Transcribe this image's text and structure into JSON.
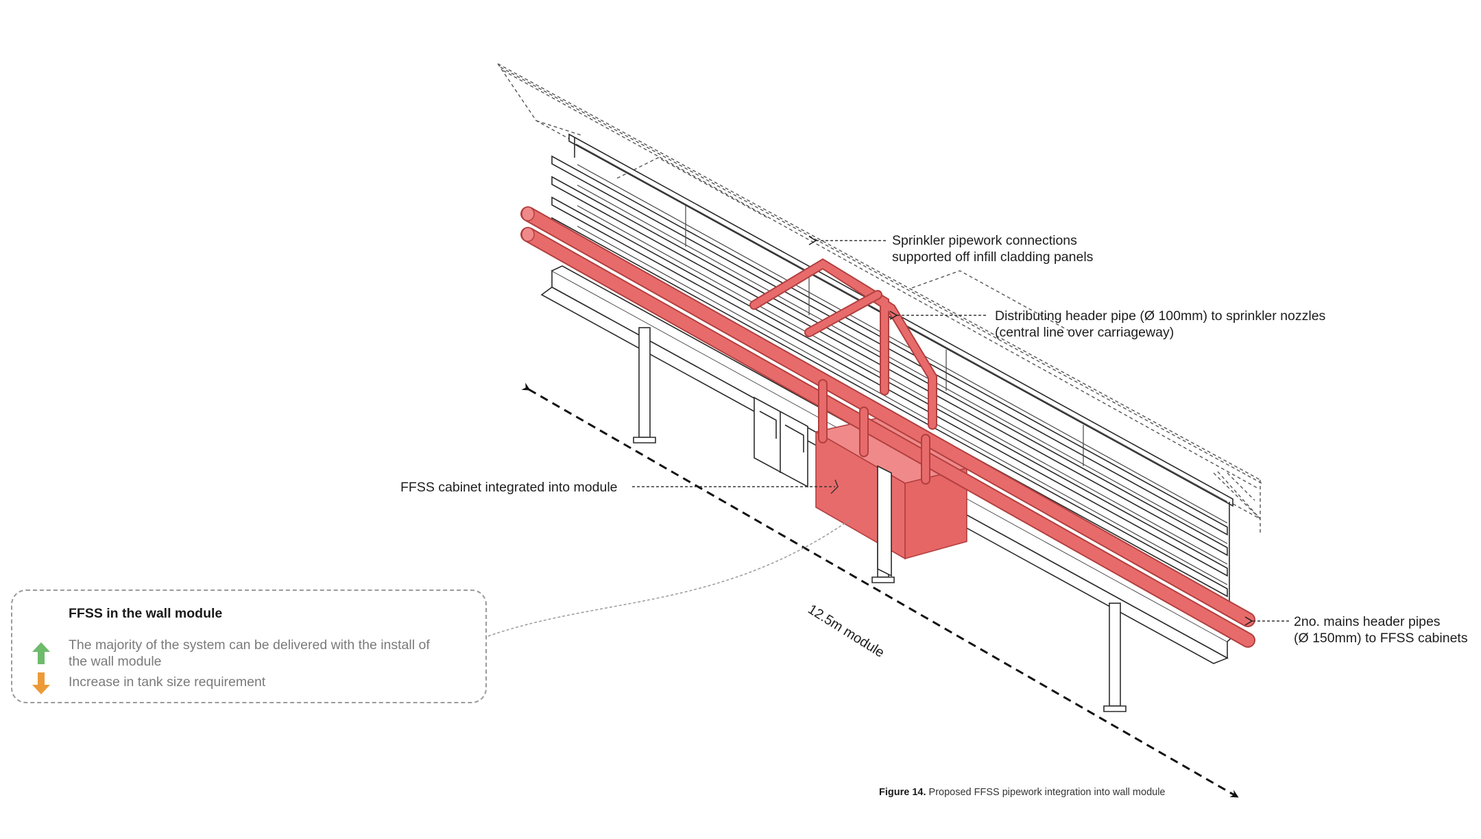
{
  "annotations": {
    "sprinkler": {
      "line1": "Sprinkler pipework connections",
      "line2": "supported off infill cladding panels"
    },
    "distributing": {
      "line1": "Distributing header pipe (Ø 100mm) to sprinkler nozzles",
      "line2": "(central line over carriageway)"
    },
    "cabinet": {
      "line1": "FFSS cabinet integrated into module"
    },
    "mains": {
      "line1": "2no. mains header pipes",
      "line2": "(Ø 150mm) to FFSS cabinets"
    },
    "scale": "12.5m module"
  },
  "info_box": {
    "title": "FFSS in the wall module",
    "items": [
      {
        "icon": "arrow-up-icon",
        "color": "#6dbb6b",
        "line1": "The majority of the system can be delivered with the install of",
        "line2": "the wall module"
      },
      {
        "icon": "arrow-down-icon",
        "color": "#ec9a38",
        "line1": "Increase in tank size requirement"
      }
    ]
  },
  "caption": {
    "prefix": "Figure 14.",
    "text": "Proposed FFSS pipework integration into wall module"
  },
  "colors": {
    "pipe": "#e86b6b",
    "pipe_stroke": "#b23f3f",
    "structure": "#2a2a2a"
  }
}
